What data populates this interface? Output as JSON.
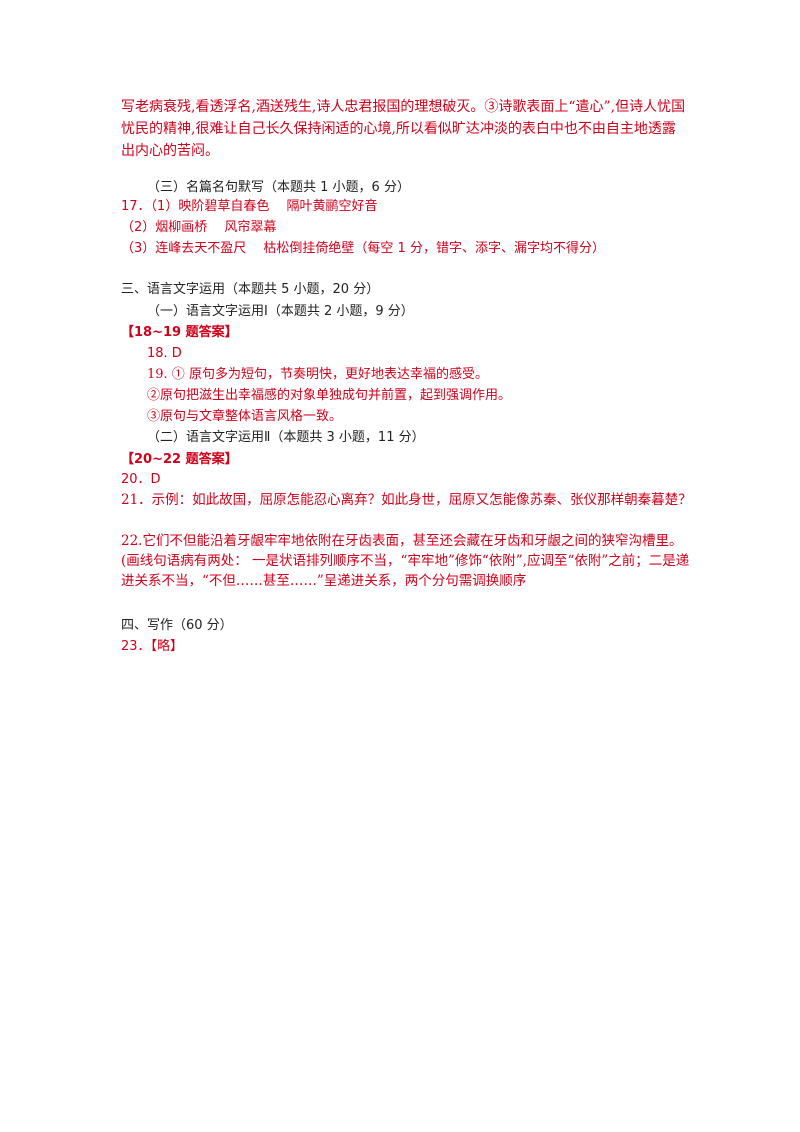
{
  "intro_paragraph": "写老病衰残,看透浮名,酒送残生,诗人忠君报国的理想破灭。③诗歌表面上“遣心”,但诗人忧国忧民的精神,很难让自己长久保持闲适的心境,所以看似旷达冲淡的表白中也不由自主地透露出内心的苦闷。",
  "section3_sub_heading": "（三）名篇名句默写（本题共 1 小题，6 分）",
  "q17": {
    "line1": "17．（1）映阶碧草自春色　 隔叶黄鹂空好音",
    "line2": "（2）烟柳画桥　 风帘翠幕",
    "line3": "（3）连峰去天不盈尺　 枯松倒挂倚绝壁（每空 1 分，错字、添字、漏字均不得分）"
  },
  "part3_heading": "三、语言文字运用（本题共 5 小题，20 分）",
  "part3_sub1_heading": "（一）语言文字运用Ⅰ（本题共 2 小题，9 分）",
  "answers_18_19_label": "【18~19 题答案】",
  "q18": "18. D",
  "q19": {
    "point1": "19. ① 原句多为短句，节奏明快，更好地表达幸福的感受。",
    "point2": "②原句把滋生出幸福感的对象单独成句并前置，起到强调作用。",
    "point3": "③原句与文章整体语言风格一致。"
  },
  "part3_sub2_heading": "（二）语言文字运用Ⅱ（本题共 3 小题，11 分）",
  "answers_20_22_label": "【20~22 题答案】",
  "q20": "20．D",
  "q21": "21．示例：如此故国，屈原怎能忍心离弃？如此身世，屈原又怎能像苏秦、张仪那样朝秦暮楚？",
  "q22": "22.它们不但能沿着牙龈牢牢地依附在牙齿表面，甚至还会藏在牙齿和牙龈之间的狭窄沟槽里。(画线句语病有两处： 一是状语排列顺序不当，“牢牢地”修饰“依附”,应调至“依附”之前；二是递进关系不当，“不但……甚至……”呈递进关系，两个分句需调换顺序",
  "part4_heading": "四、写作（60 分）",
  "q23": "23．【略】",
  "colors": {
    "answer_red": "#d0021b",
    "heading_black": "#222222",
    "background": "#ffffff"
  }
}
